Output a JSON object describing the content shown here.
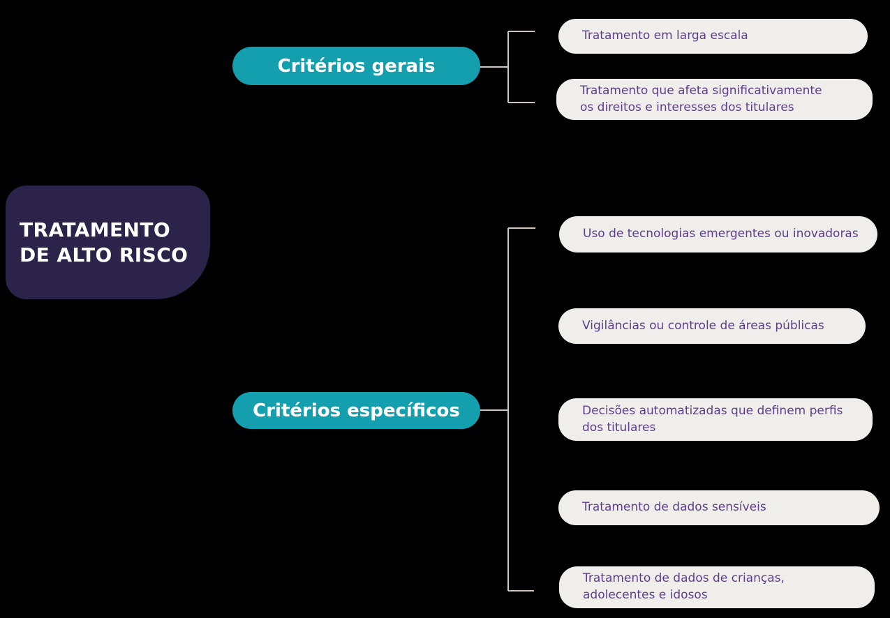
{
  "root": {
    "label": "TRATAMENTO\nDE ALTO RISCO"
  },
  "branches": [
    {
      "label": "Critérios gerais",
      "children": [
        {
          "label": "Tratamento em larga escala"
        },
        {
          "label": "Tratamento que afeta significativamente\nos direitos e interesses dos titulares"
        }
      ]
    },
    {
      "label": "Critérios específicos",
      "children": [
        {
          "label": "Uso de tecnologias emergentes ou inovadoras"
        },
        {
          "label": "Vigilâncias ou controle de áreas públicas"
        },
        {
          "label": "Decisões automatizadas que definem perfis\ndos titulares"
        },
        {
          "label": "Tratamento de dados sensíveis"
        },
        {
          "label": "Tratamento de dados de crianças,\nadolecentes e idosos"
        }
      ]
    }
  ],
  "colors": {
    "background": "#000000",
    "root_bg": "#2b2349",
    "root_text": "#ffffff",
    "branch_bg": "#149fae",
    "branch_text": "#ffffff",
    "leaf_bg": "#f0eeeb",
    "leaf_text": "#5d3e8e",
    "connector": "#cfc7c0"
  }
}
